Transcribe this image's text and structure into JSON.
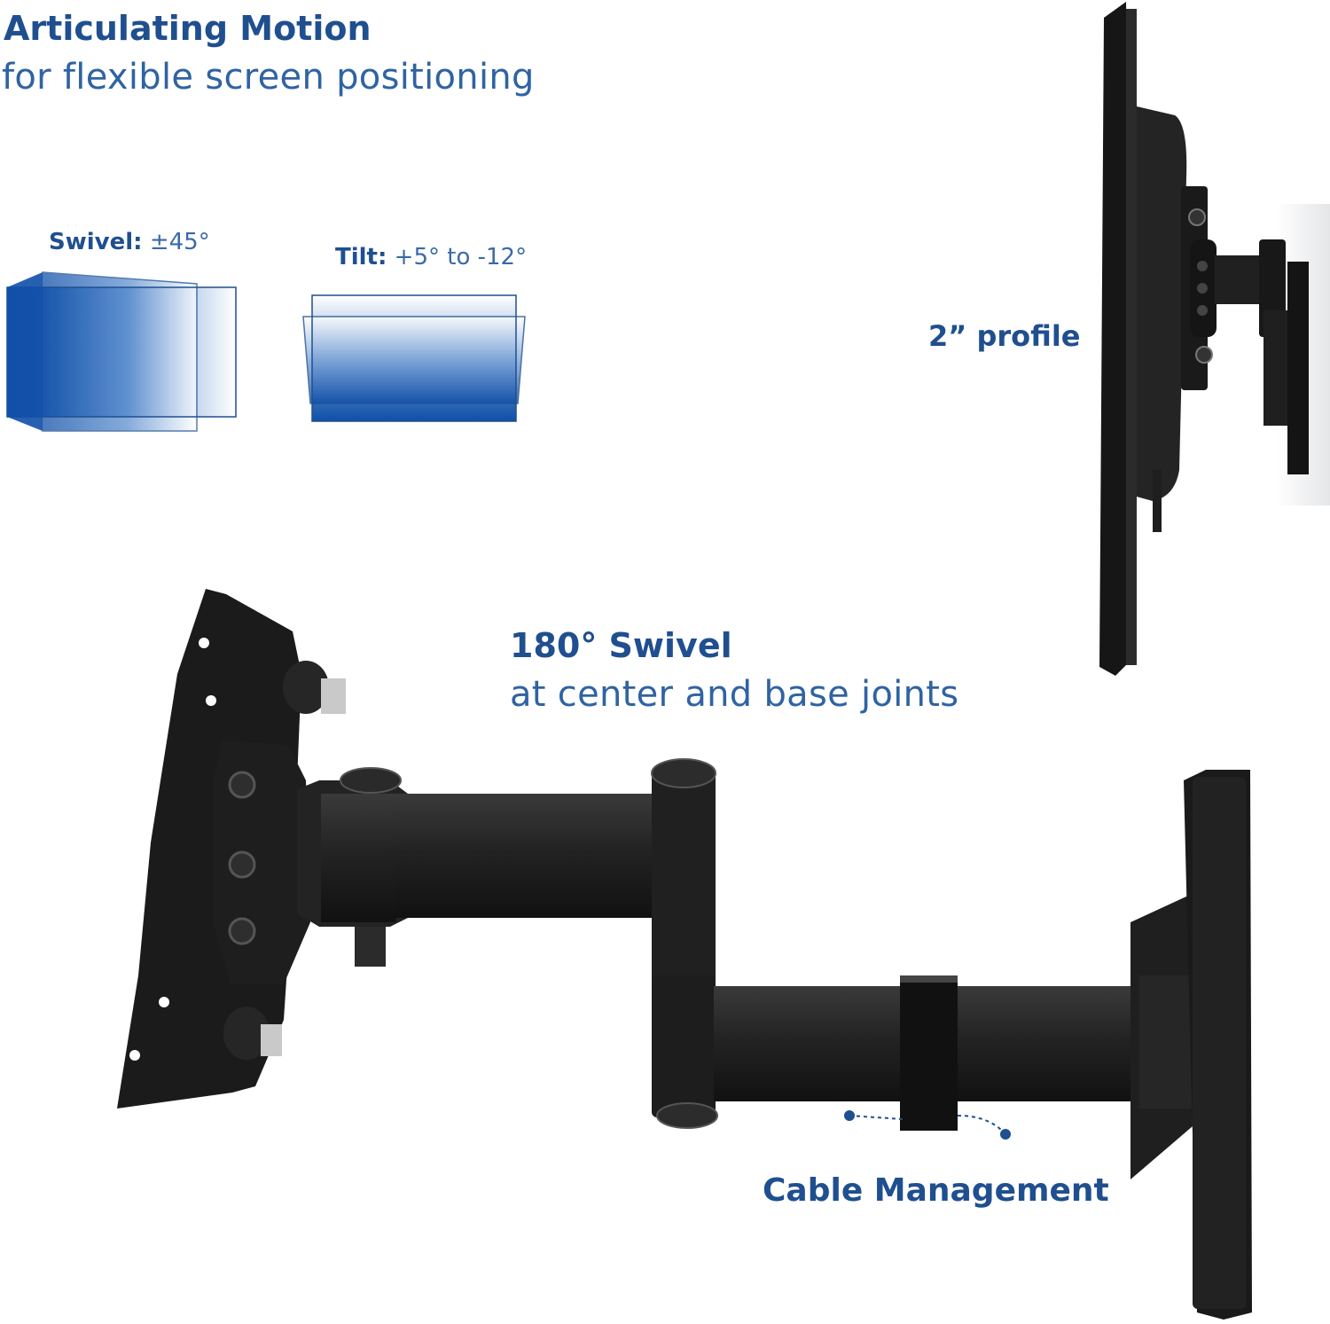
{
  "header": {
    "title": "Articulating Motion",
    "subtitle": "for flexible screen positioning"
  },
  "swivel": {
    "label_bold": "Swivel:",
    "label_value": "±45°"
  },
  "tilt": {
    "label_bold": "Tilt:",
    "label_value": "+5° to -12°"
  },
  "profile": {
    "label": "2” profile"
  },
  "swivel180": {
    "title": "180° Swivel",
    "subtitle": "at center and base joints"
  },
  "cable": {
    "label": "Cable Management"
  },
  "colors": {
    "brand_blue": "#1f4f8f",
    "gradient_blue": "#0f4fa8",
    "mount_black": "#1c1c1c"
  }
}
